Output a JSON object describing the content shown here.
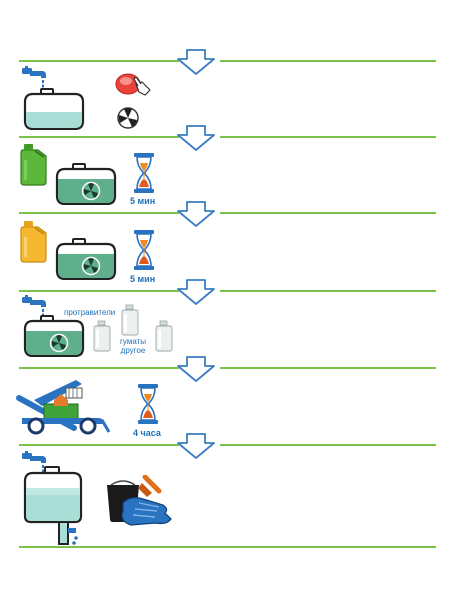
{
  "colors": {
    "separator": "#7dc24b",
    "arrow_stroke": "#3a7dc4",
    "arrow_fill": "#ffffff",
    "tank_water": "#a9ded6",
    "tank_water_dark": "#4a9c7e",
    "tap_blue": "#2a73c0",
    "label_blue": "#1f6fb5",
    "canister_green": "#5cb83a",
    "canister_yellow": "#f5b82e"
  },
  "steps": [
    {
      "icons": [
        "water-tap-icon",
        "water-tank-icon",
        "push-button-icon",
        "mixer-icon"
      ]
    },
    {
      "icons": [
        "green-canister-icon",
        "mixing-tank-icon",
        "hourglass-icon"
      ],
      "time_label": "5 мин"
    },
    {
      "icons": [
        "yellow-canister-icon",
        "mixing-tank-icon",
        "hourglass-icon"
      ],
      "time_label": "5 мин"
    },
    {
      "icons": [
        "water-tap-icon",
        "mixing-tank-icon",
        "bottle-icon"
      ],
      "products_label": "протравители",
      "other_label_line1": "гуматы",
      "other_label_line2": "другое"
    },
    {
      "icons": [
        "seed-treater-icon",
        "hourglass-icon"
      ],
      "time_label": "4 часа"
    },
    {
      "icons": [
        "water-tap-icon",
        "drain-tank-icon",
        "cleaning-kit-icon"
      ]
    }
  ]
}
